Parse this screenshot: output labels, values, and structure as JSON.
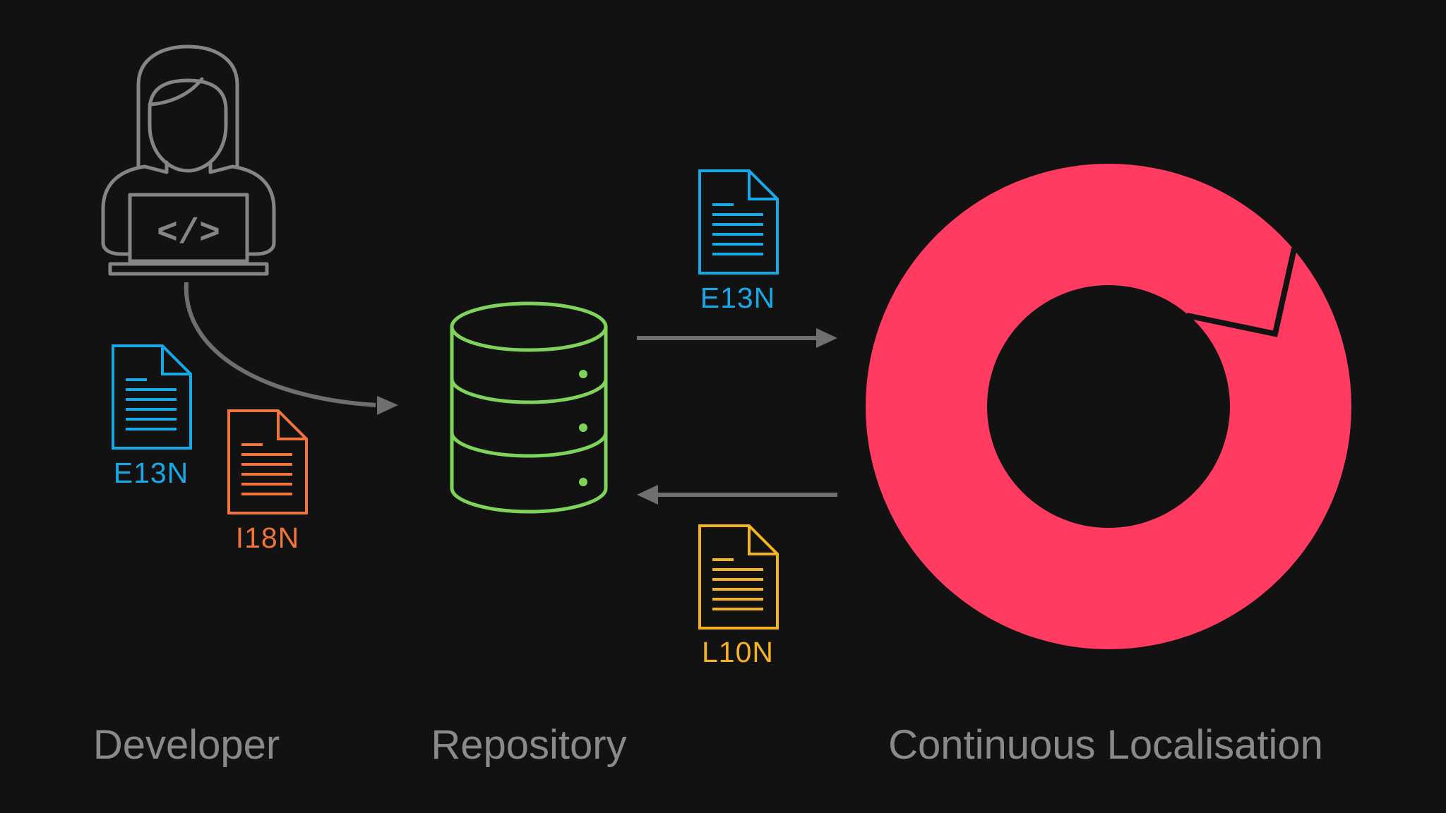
{
  "colors": {
    "background": "#121212",
    "developer_stroke": "#858585",
    "arrow": "#6f6f6f",
    "repository_stroke": "#7fd35b",
    "ring": "#ff3b61",
    "e13n": "#19a8e6",
    "i18n": "#f1743d",
    "l10n": "#f4b324",
    "label": "#8a8a8a"
  },
  "icons": {
    "developer": "developer-laptop-icon",
    "repository": "database-icon",
    "service": "continuous-localisation-ring-icon",
    "document": "document-icon",
    "arrow": "arrow-icon"
  },
  "documents": {
    "developer_e13n": {
      "label": "E13N",
      "color": "#19a8e6"
    },
    "developer_i18n": {
      "label": "I18N",
      "color": "#f1743d"
    },
    "outgoing_e13n": {
      "label": "E13N",
      "color": "#19a8e6"
    },
    "incoming_l10n": {
      "label": "L10N",
      "color": "#f4b324"
    }
  },
  "laptop_code": "</>",
  "sections": {
    "developer": "Developer",
    "repository": "Repository",
    "localisation": "Continuous Localisation"
  }
}
